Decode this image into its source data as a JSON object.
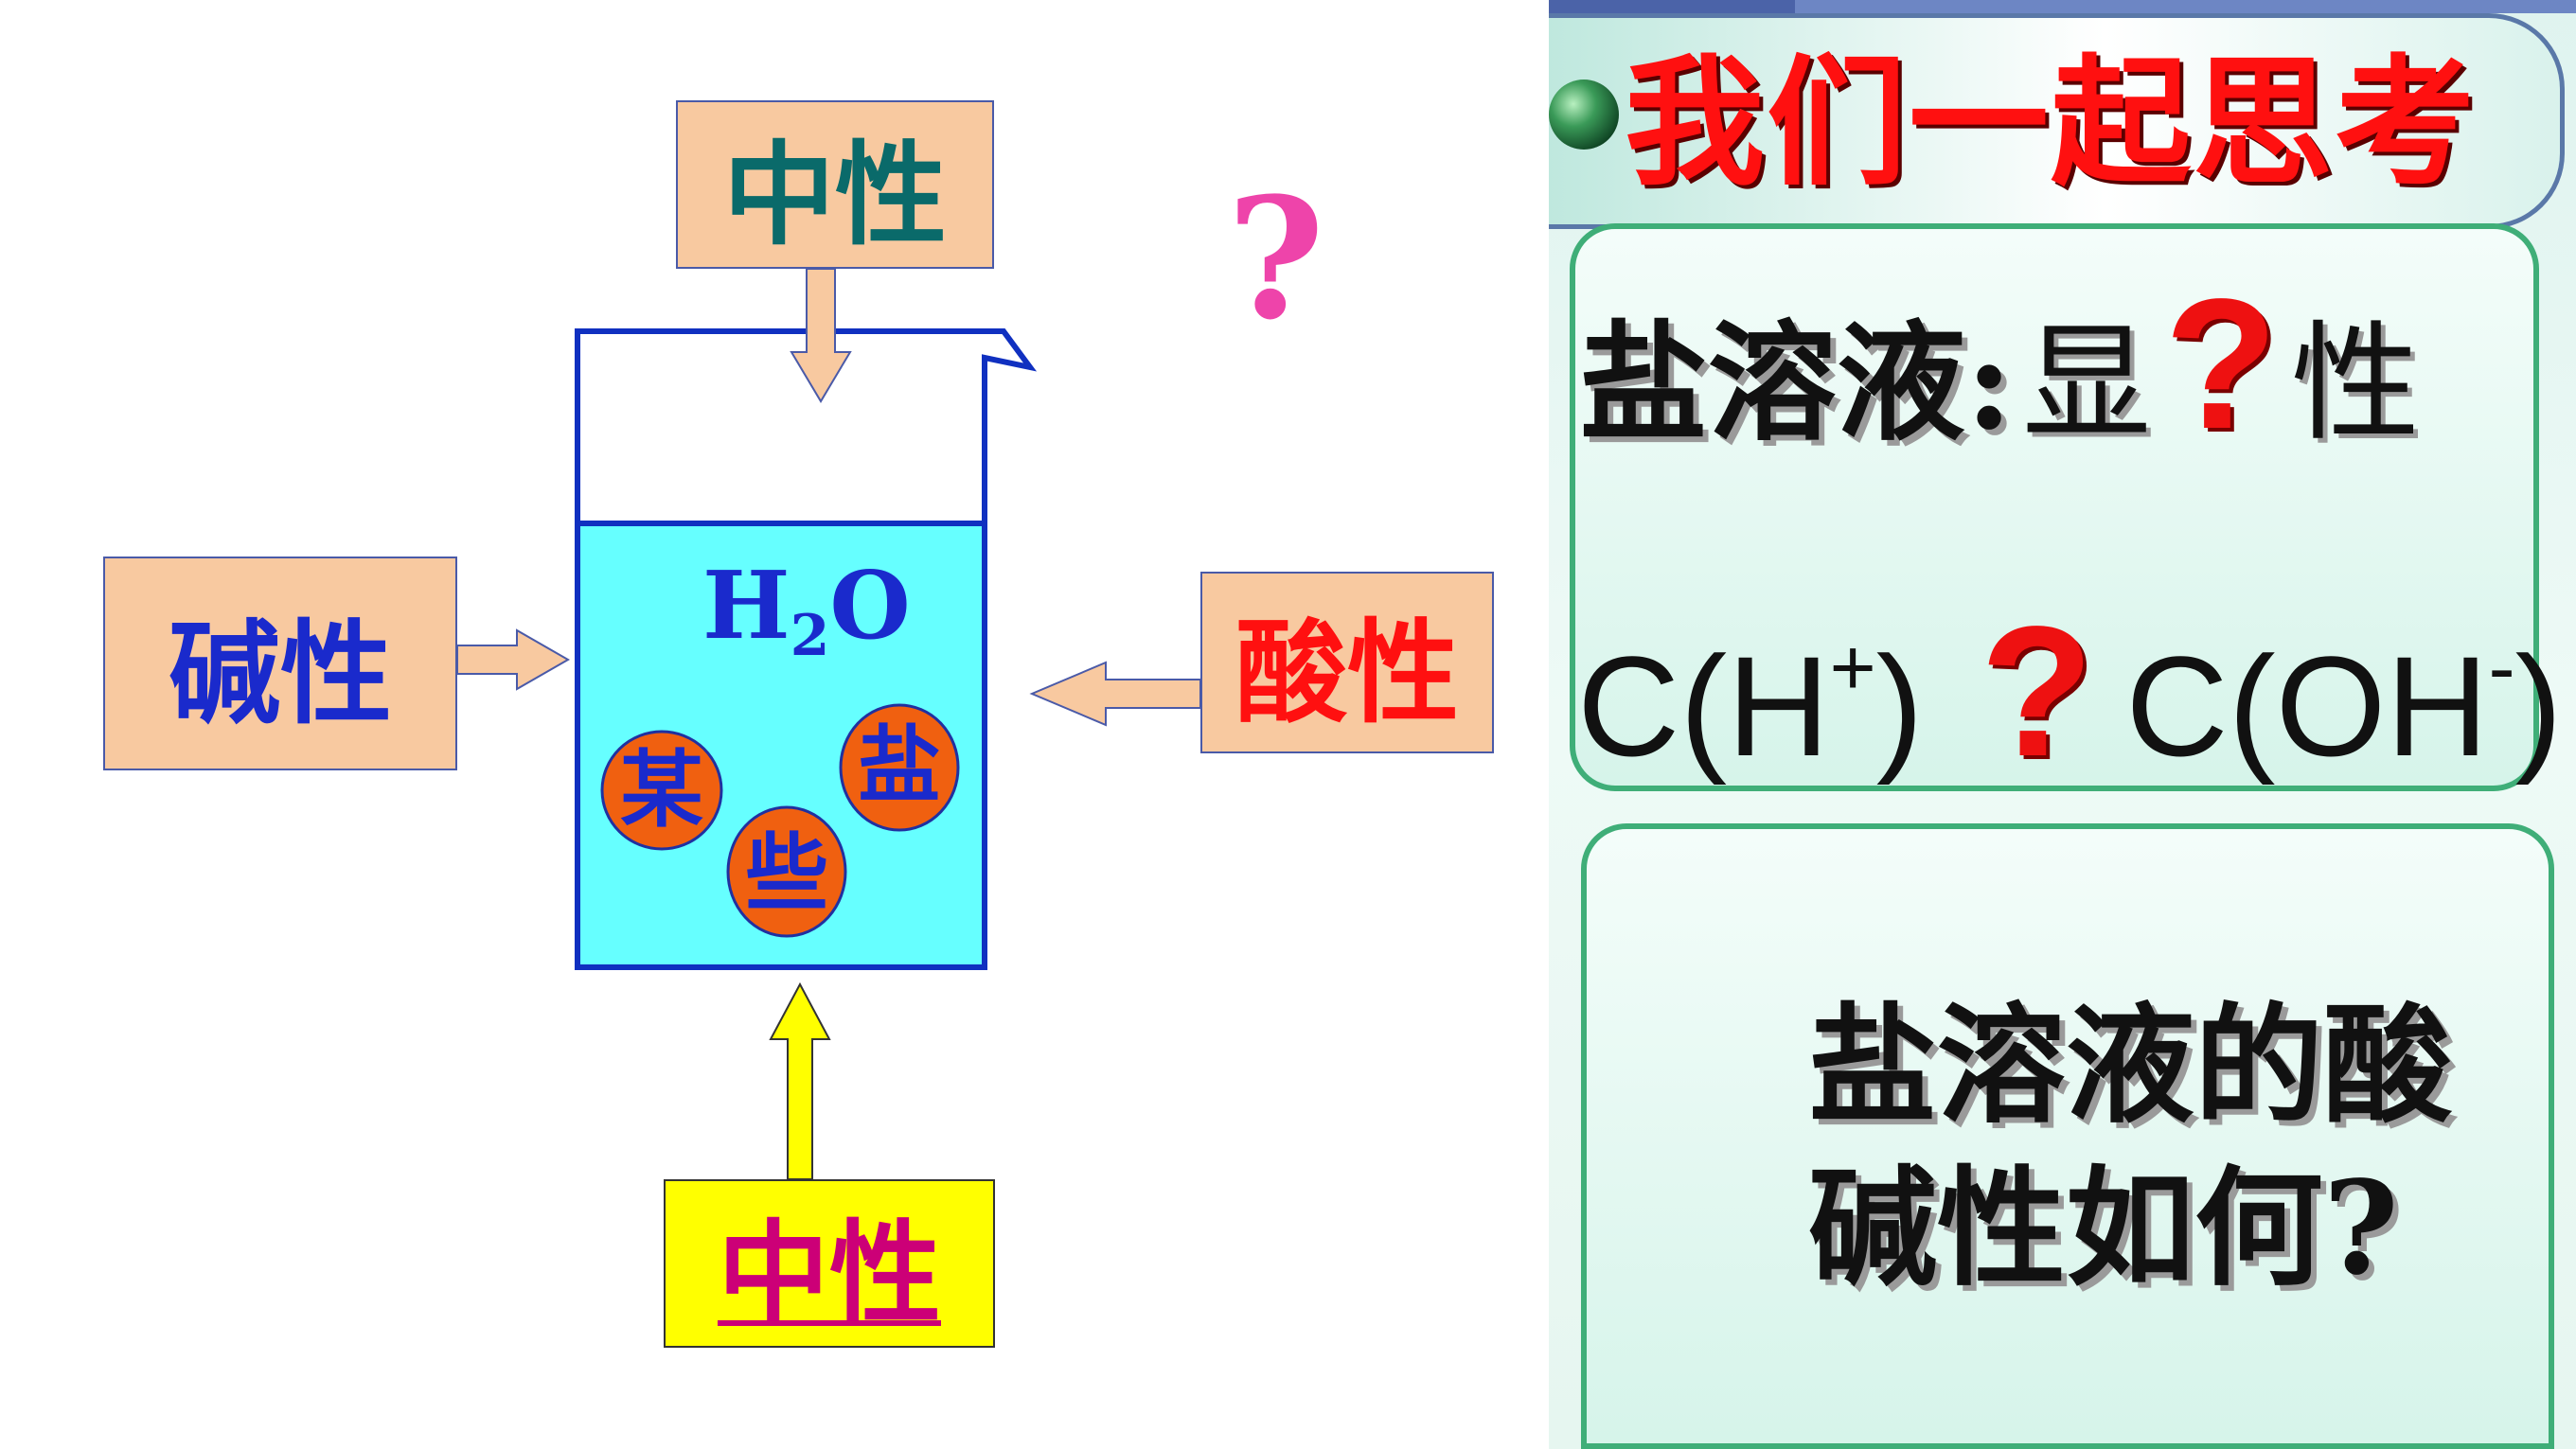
{
  "diagram": {
    "top_box": "中性",
    "left_box": "碱性",
    "right_box": "酸性",
    "bottom_box": "中性",
    "question_mark": "?",
    "water": {
      "main": "H",
      "sub": "2",
      "tail": "O"
    },
    "particles": [
      "某",
      "些",
      "盐"
    ],
    "colors": {
      "peach": "#F8C9A0",
      "water": "#66FFFF",
      "beaker_line": "#1030C0",
      "particle": "#F06010",
      "yellow_box": "#FFFF00",
      "top_text": "#0A6A6A",
      "left_text": "#1A2ACC",
      "right_text": "#FF1010",
      "bottom_text": "#CC0077",
      "question": "#EE44AA"
    }
  },
  "panel": {
    "title": "我们一起思考",
    "line1": {
      "label": "盐溶液:",
      "text1": "显",
      "q": "?",
      "text2": "性"
    },
    "line2": {
      "left": "C(H",
      "left_sup": "+",
      "left_close": ")",
      "q": "?",
      "right": "C(OH",
      "right_sup": "-",
      "right_close": ")"
    },
    "question_lines": [
      "盐溶液的酸",
      "碱性如何?"
    ],
    "colors": {
      "title": "#FF1010",
      "box_border": "#3FAE78",
      "header_border": "#5A78A8"
    }
  }
}
